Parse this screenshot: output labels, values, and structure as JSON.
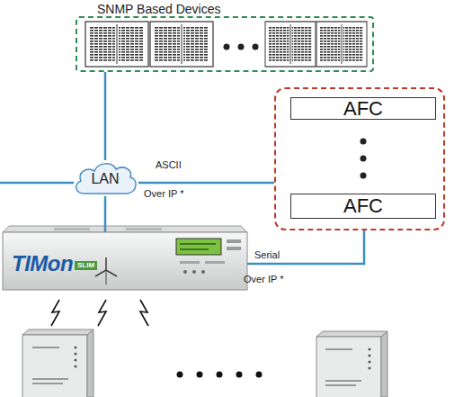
{
  "diagram": {
    "nodes": [
      {
        "text": [
          "SNMP Based Devices"
        ]
      },
      {
        "text": [
          "LAN"
        ]
      },
      {
        "text": []
      },
      {
        "text": [
          "AFC"
        ],
        "in": 2
      },
      {
        "text": [
          "AFC"
        ],
        "in": 2
      },
      {
        "text": [
          "TIMon",
          "SLIM"
        ]
      }
    ],
    "edges": [
      {
        "from": 0,
        "to": 1,
        "arrow": "none"
      },
      {
        "from": 1,
        "to": 2,
        "arrow": "none",
        "label": "ASCII"
      },
      {
        "from": 1,
        "to": 5,
        "arrow": "none"
      },
      {
        "from": 5,
        "to": 2,
        "arrow": "none",
        "label": "Serial"
      }
    ],
    "labels": [
      "Over IP *",
      "Over IP *"
    ]
  }
}
